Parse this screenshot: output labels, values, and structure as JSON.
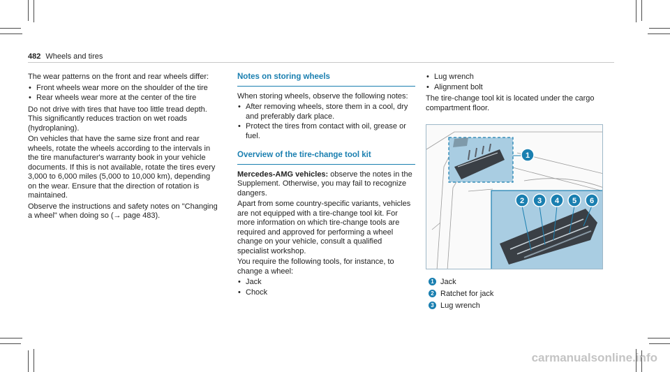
{
  "header": {
    "page_number": "482",
    "section": "Wheels and tires"
  },
  "col1": {
    "p1": "The wear patterns on the front and rear wheels differ:",
    "bullets": [
      "Front wheels wear more on the shoulder of the tire",
      "Rear wheels wear more at the center of the tire"
    ],
    "p2": "Do not drive with tires that have too little tread depth. This significantly reduces traction on wet roads (hydroplaning).",
    "p3": "On vehicles that have the same size front and rear wheels, rotate the wheels according to the intervals in the tire manufacturer's warranty book in your vehicle documents. If this is not available, rotate the tires every 3,000 to 6,000 miles (5,000 to 10,000 km), depending on the wear. Ensure that the direction of rotation is maintained.",
    "p4": "Observe the instructions and safety notes on \"Changing a wheel\" when doing so (→ page 483)."
  },
  "col2": {
    "h1": "Notes on storing wheels",
    "p1": "When storing wheels, observe the following notes:",
    "bullets": [
      "After removing wheels, store them in a cool, dry and preferably dark place.",
      "Protect the tires from contact with oil, grease or fuel."
    ],
    "h2": "Overview of the tire-change tool kit",
    "p2_bold": "Mercedes-AMG vehicles:",
    "p2_rest": " observe the notes in the Supplement. Otherwise, you may fail to recognize dangers.",
    "p3": "Apart from some country-specific variants, vehicles are not equipped with a tire-change tool kit. For more information on which tire-change tools are required and approved for performing a wheel change on your vehicle, consult a qualified specialist workshop.",
    "p4": "You require the following tools, for instance, to change a wheel:",
    "bullets2": [
      "Jack",
      "Chock"
    ]
  },
  "col3": {
    "bullets": [
      "Lug wrench",
      "Alignment bolt"
    ],
    "p1": "The tire-change tool kit is located under the cargo compartment floor."
  },
  "figure": {
    "callouts": [
      "1",
      "2",
      "3",
      "4",
      "5",
      "6"
    ]
  },
  "legend": [
    {
      "num": "1",
      "text": "Jack"
    },
    {
      "num": "2",
      "text": "Ratchet for jack"
    },
    {
      "num": "3",
      "text": "Lug wrench"
    }
  ],
  "watermark": "carmanualsonline.info",
  "colors": {
    "accent": "#1a7fb0",
    "figure_bg": "#a9cde2"
  }
}
